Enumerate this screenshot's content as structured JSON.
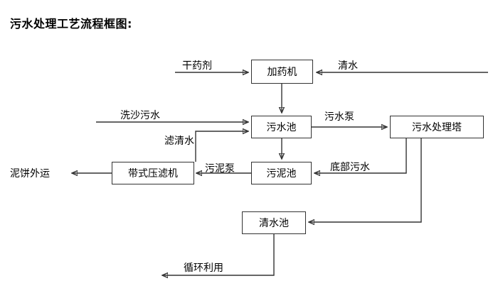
{
  "diagram": {
    "title": "污水处理工艺流程框图:",
    "nodes": [
      {
        "id": "dosing-machine",
        "label": "加药机"
      },
      {
        "id": "wastewater-pool",
        "label": "污水池"
      },
      {
        "id": "treatment-tower",
        "label": "污水处理塔"
      },
      {
        "id": "belt-filter-press",
        "label": "带式压滤机"
      },
      {
        "id": "sludge-pool",
        "label": "污泥池"
      },
      {
        "id": "clear-water-pool",
        "label": "清水池"
      }
    ],
    "edge_labels": [
      {
        "id": "dry-chemical",
        "label": "干药剂"
      },
      {
        "id": "clean-water",
        "label": "清水"
      },
      {
        "id": "sand-washing-wastewater",
        "label": "洗沙污水"
      },
      {
        "id": "filtered-clear-water",
        "label": "滤清水"
      },
      {
        "id": "sewage-pump",
        "label": "污水泵"
      },
      {
        "id": "sludge-pump",
        "label": "污泥泵"
      },
      {
        "id": "bottom-wastewater",
        "label": "底部污水"
      },
      {
        "id": "mud-cake-out",
        "label": "泥饼外运"
      },
      {
        "id": "recycle-reuse",
        "label": "循环利用"
      }
    ],
    "colors": {
      "stroke": "#333333",
      "text": "#000000",
      "background": "#ffffff"
    }
  }
}
